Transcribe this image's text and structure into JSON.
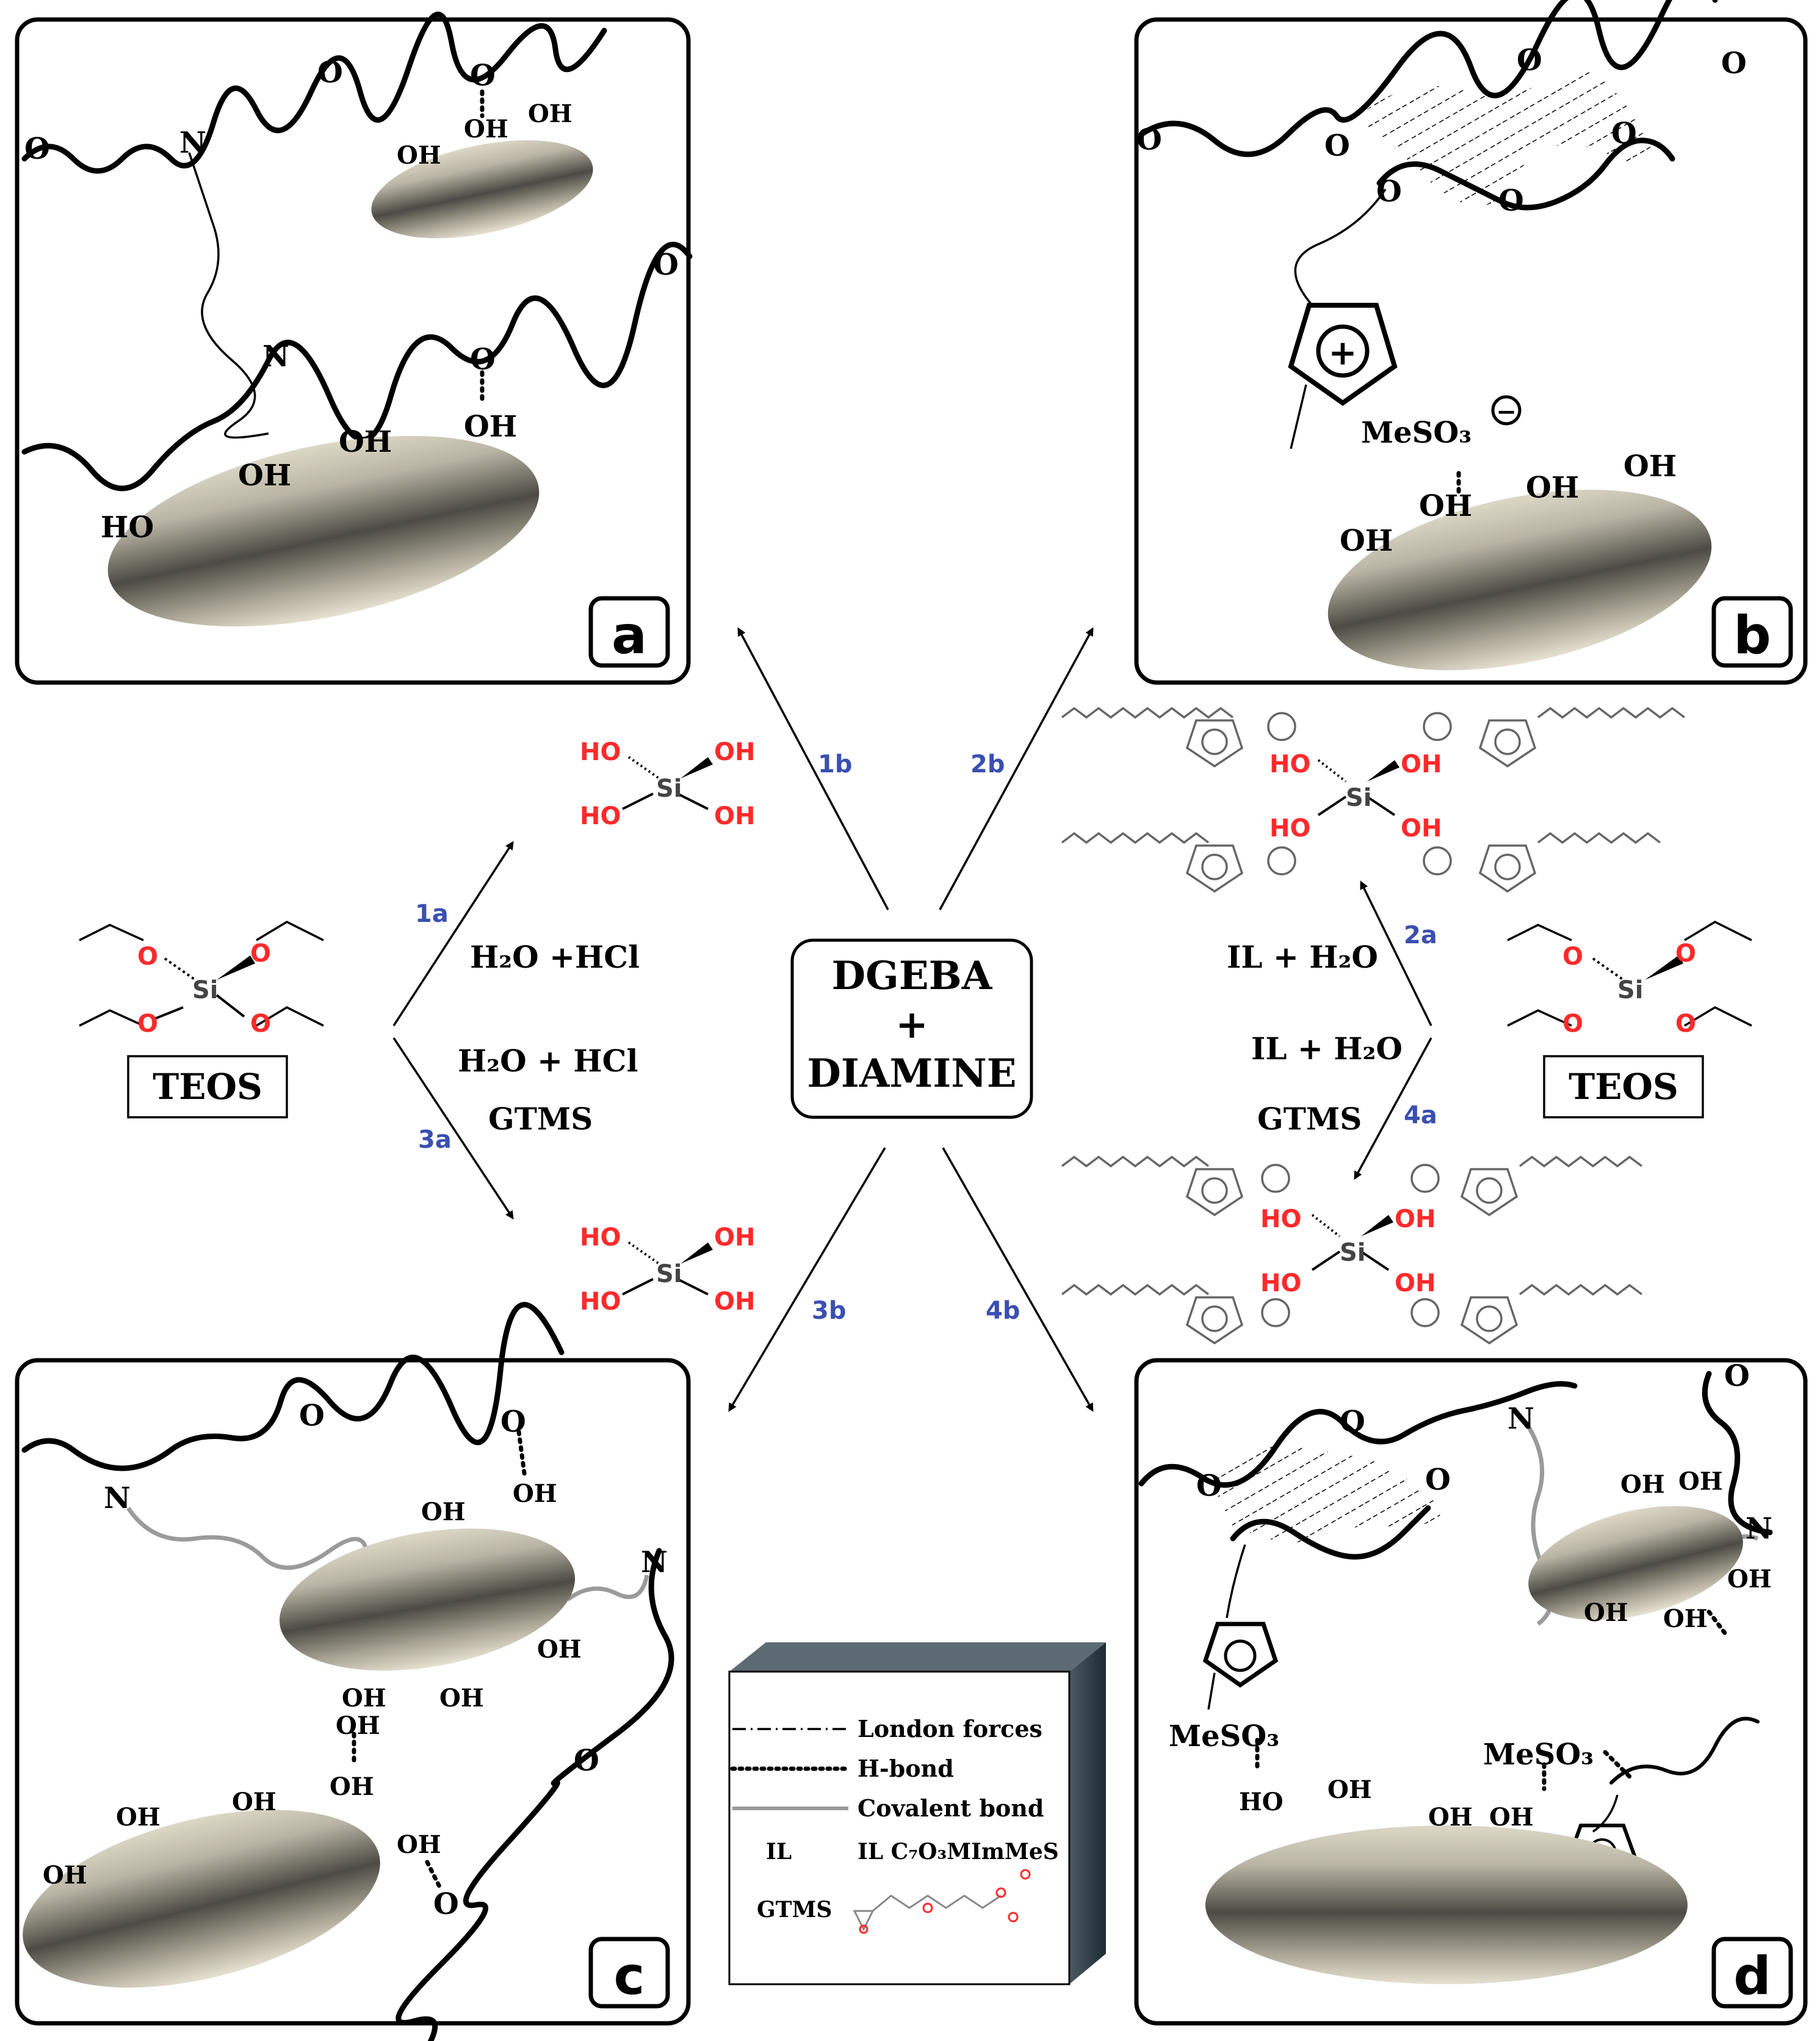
{
  "panels": {
    "a": {
      "badge": "a"
    },
    "b": {
      "badge": "b"
    },
    "c": {
      "badge": "c"
    },
    "d": {
      "badge": "d"
    }
  },
  "center_box": {
    "line1": "DGEBA",
    "line2": "+",
    "line3": "DIAMINE"
  },
  "teos_label": "TEOS",
  "step_labels": {
    "s1a": "1a",
    "s1b": "1b",
    "s2a": "2a",
    "s2b": "2b",
    "s3a": "3a",
    "s3b": "3b",
    "s4a": "4a",
    "s4b": "4b"
  },
  "conditions": {
    "left_top": "H₂O +HCl",
    "left_bottom_l1": "H₂O + HCl",
    "left_bottom_l2": "GTMS",
    "right_top": "IL + H₂O",
    "right_bottom_l1": "IL + H₂O",
    "right_bottom_l2": "GTMS"
  },
  "atoms": {
    "oh": "OH",
    "ho": "HO",
    "si": "Si",
    "o": "O",
    "n": "N",
    "mes": "MeSO₃",
    "plus": "+",
    "minus": "−"
  },
  "legend": {
    "items": [
      {
        "symbol": "London forces"
      },
      {
        "symbol": "H-bond"
      },
      {
        "symbol": "Covalent bond"
      }
    ],
    "il_key": "IL",
    "il_value": "IL C₇O₃MImMeS",
    "gtms_key": "GTMS"
  },
  "colors": {
    "hydroxyl_red": "#ff2a2a",
    "step_blue": "#3a4fb0",
    "legend_box_side": "#2e3c44"
  }
}
